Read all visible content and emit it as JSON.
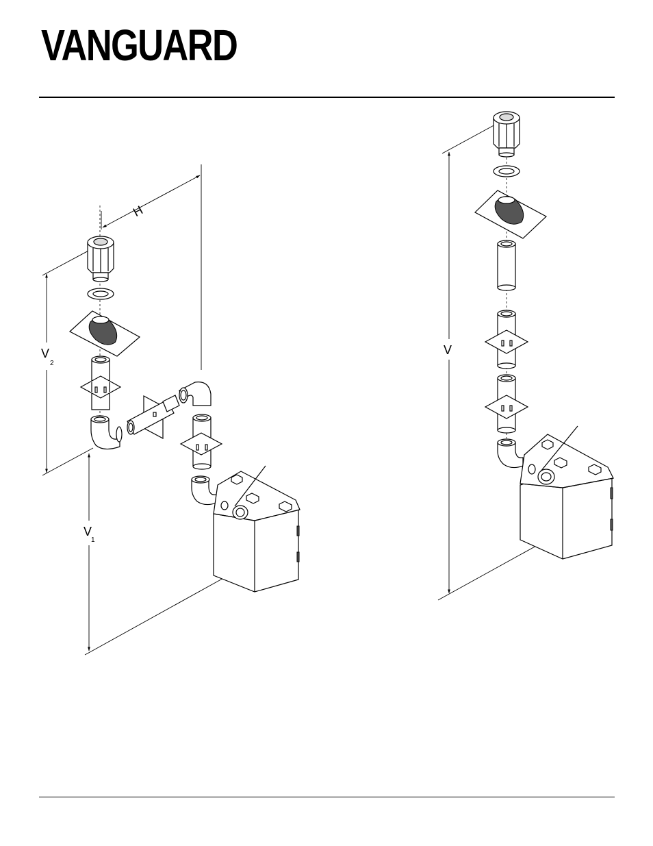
{
  "header": {
    "brand": "VANGUARD"
  },
  "figure_left": {
    "labels": {
      "horizontal": "H",
      "v1": "V",
      "v1_sub": "1",
      "v2": "V",
      "v2_sub": "2"
    }
  },
  "figure_right": {
    "labels": {
      "vertical": "V"
    }
  }
}
